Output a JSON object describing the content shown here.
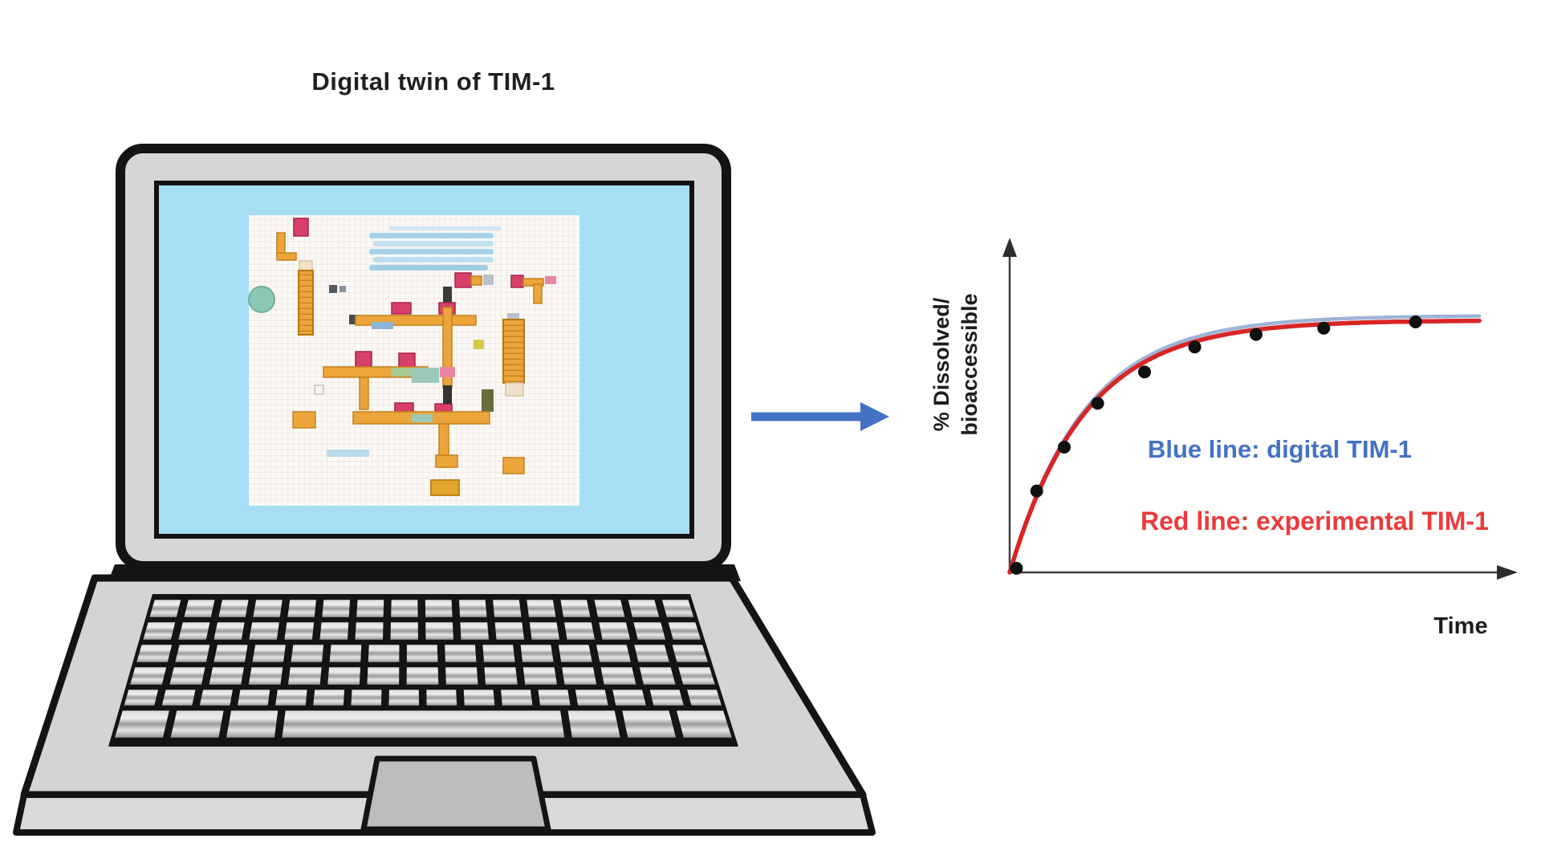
{
  "title": "Digital twin of TIM-1",
  "arrow": {
    "color": "#4472c4"
  },
  "colors": {
    "laptop_body": "#d6d6d6",
    "laptop_outline": "#141414",
    "screen_background": "#a5def5",
    "panel_background": "#fbf9f6",
    "grid_line": "#e9dcd8",
    "key_face": "#b8b8b8",
    "trackpad": "#bdbdbd",
    "schematic_orange": "#eba53a",
    "schematic_orange_dark": "#c5811c",
    "schematic_pink": "#d84069",
    "schematic_lightblue": "#a6d3e8",
    "schematic_teal": "#8cc7b5"
  },
  "chart_data": {
    "type": "line",
    "title": "",
    "xlabel": "Time",
    "ylabel_line1": "% Dissolved/",
    "ylabel_line2": "bioaccessible",
    "x_range": [
      0,
      10
    ],
    "y_range": [
      0,
      100
    ],
    "grid": false,
    "axis_tick_labels": "none shown",
    "legend_position": "annotations inside plot",
    "annotations": [
      {
        "text": "Blue line: digital TIM-1",
        "color": "#4472c4"
      },
      {
        "text": "Red line: experimental TIM-1",
        "color": "#ea3b3b"
      }
    ],
    "series": [
      {
        "name": "digital TIM-1",
        "color": "#9db3d6",
        "width": 4.5,
        "model": "y = A*(1-exp(-x/tau))",
        "A": 82.0,
        "tau": 1.55
      },
      {
        "name": "experimental TIM-1",
        "color": "#d92525",
        "width": 5.5,
        "model": "y = A*(1-exp(-x/tau))",
        "A": 80.5,
        "tau": 1.55
      }
    ],
    "experimental_points": [
      [
        0.14,
        1.3
      ],
      [
        0.56,
        26
      ],
      [
        1.13,
        40
      ],
      [
        1.82,
        54
      ],
      [
        2.79,
        64
      ],
      [
        3.83,
        72
      ],
      [
        5.1,
        76
      ],
      [
        6.5,
        78
      ],
      [
        8.4,
        80
      ]
    ],
    "point_color": "#101010",
    "point_radius": 8
  }
}
